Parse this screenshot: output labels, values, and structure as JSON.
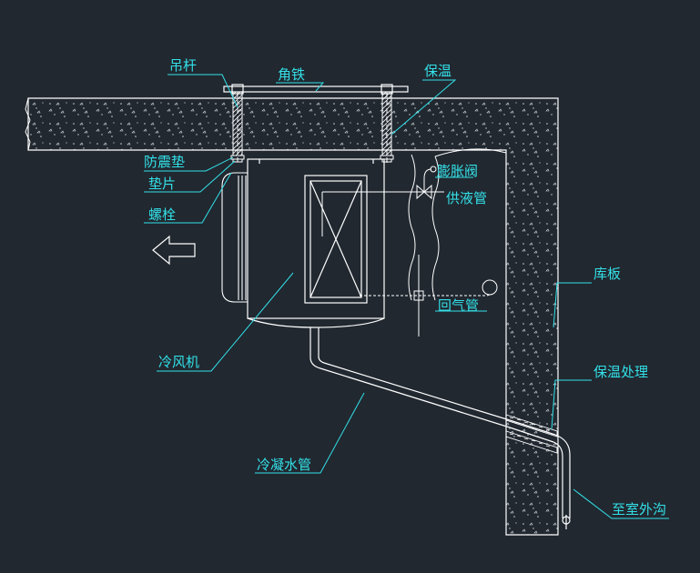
{
  "colors": {
    "background": "#212830",
    "lines": "#ffffff",
    "labels": "#33e0e8"
  },
  "labels": {
    "hanger_rod": "吊杆",
    "angle_iron": "角铁",
    "insulation": "保温",
    "anti_vibration_pad": "防震垫",
    "washer": "垫片",
    "bolt": "螺栓",
    "expansion_valve": "膨胀阀",
    "liquid_supply_pipe": "供液管",
    "return_gas_pipe": "回气管",
    "cold_room_panel": "库板",
    "air_cooler": "冷风机",
    "insulation_treatment": "保温处理",
    "condensate_pipe": "冷凝水管",
    "to_outdoor_drain": "至室外沟"
  }
}
